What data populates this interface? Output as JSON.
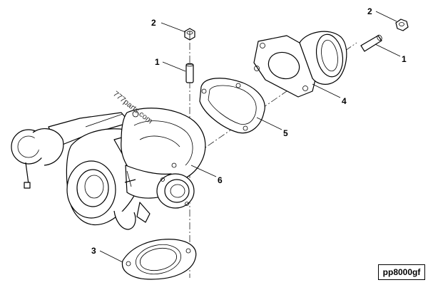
{
  "callouts": {
    "c1_top": "1",
    "c2_top": "2",
    "c1_right": "1",
    "c2_right": "2",
    "c3": "3",
    "c4": "4",
    "c5": "5",
    "c6": "6"
  },
  "watermark": "777parts.com",
  "reference_code": "pp8000gf"
}
